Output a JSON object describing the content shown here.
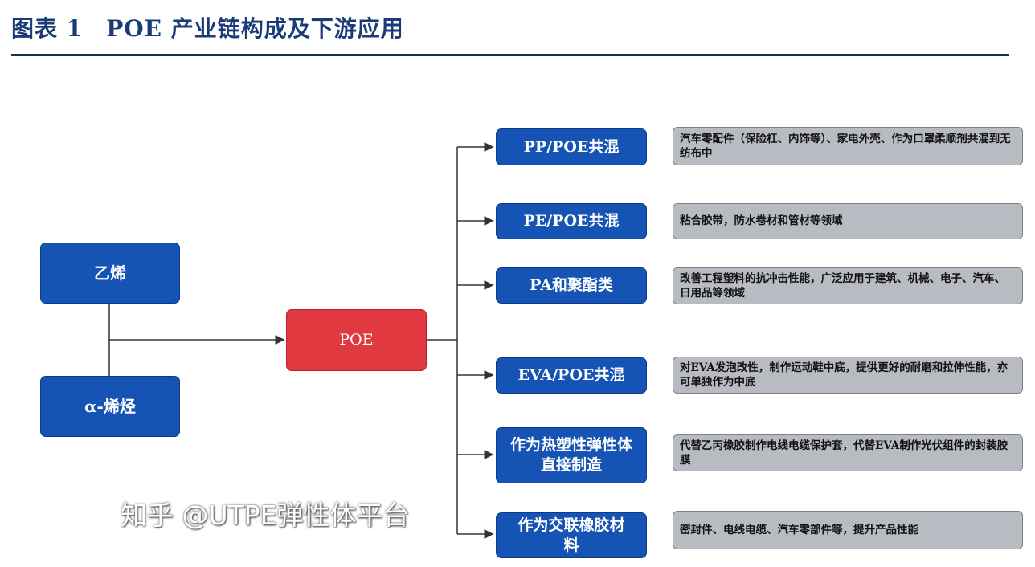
{
  "title": "图表 1　POE 产业链构成及下游应用",
  "inputs": [
    "乙烯",
    "α-烯烃"
  ],
  "center": "POE",
  "applications": [
    {
      "name": "PP/POE共混",
      "desc": "汽车零配件（保险杠、内饰等）、家电外壳、作为口罩柔顺剂共混到无纺布中"
    },
    {
      "name": "PE/POE共混",
      "desc": "粘合胶带，防水卷材和管材等领域"
    },
    {
      "name": "PA和聚酯类",
      "desc": "改善工程塑料的抗冲击性能，广泛应用于建筑、机械、电子、汽车、日用品等领域"
    },
    {
      "name": "EVA/POE共混",
      "desc": "对EVA发泡改性，制作运动鞋中底，提供更好的耐磨和拉伸性能，亦可单独作为中底"
    },
    {
      "name": "作为热塑性弹性体直接制造",
      "desc": "代替乙丙橡胶制作电线电缆保护套，代替EVA制作光伏组件的封装胶膜"
    },
    {
      "name": "作为交联橡胶材料",
      "desc": "密封件、电线电缆、汽车零部件等，提升产品性能"
    }
  ],
  "watermark": "知乎 @UTPE弹性体平台",
  "colors": {
    "blue": "#1553b5",
    "red": "#e0393f",
    "gray": "#b8bbc1",
    "title": "#1a3a78"
  }
}
